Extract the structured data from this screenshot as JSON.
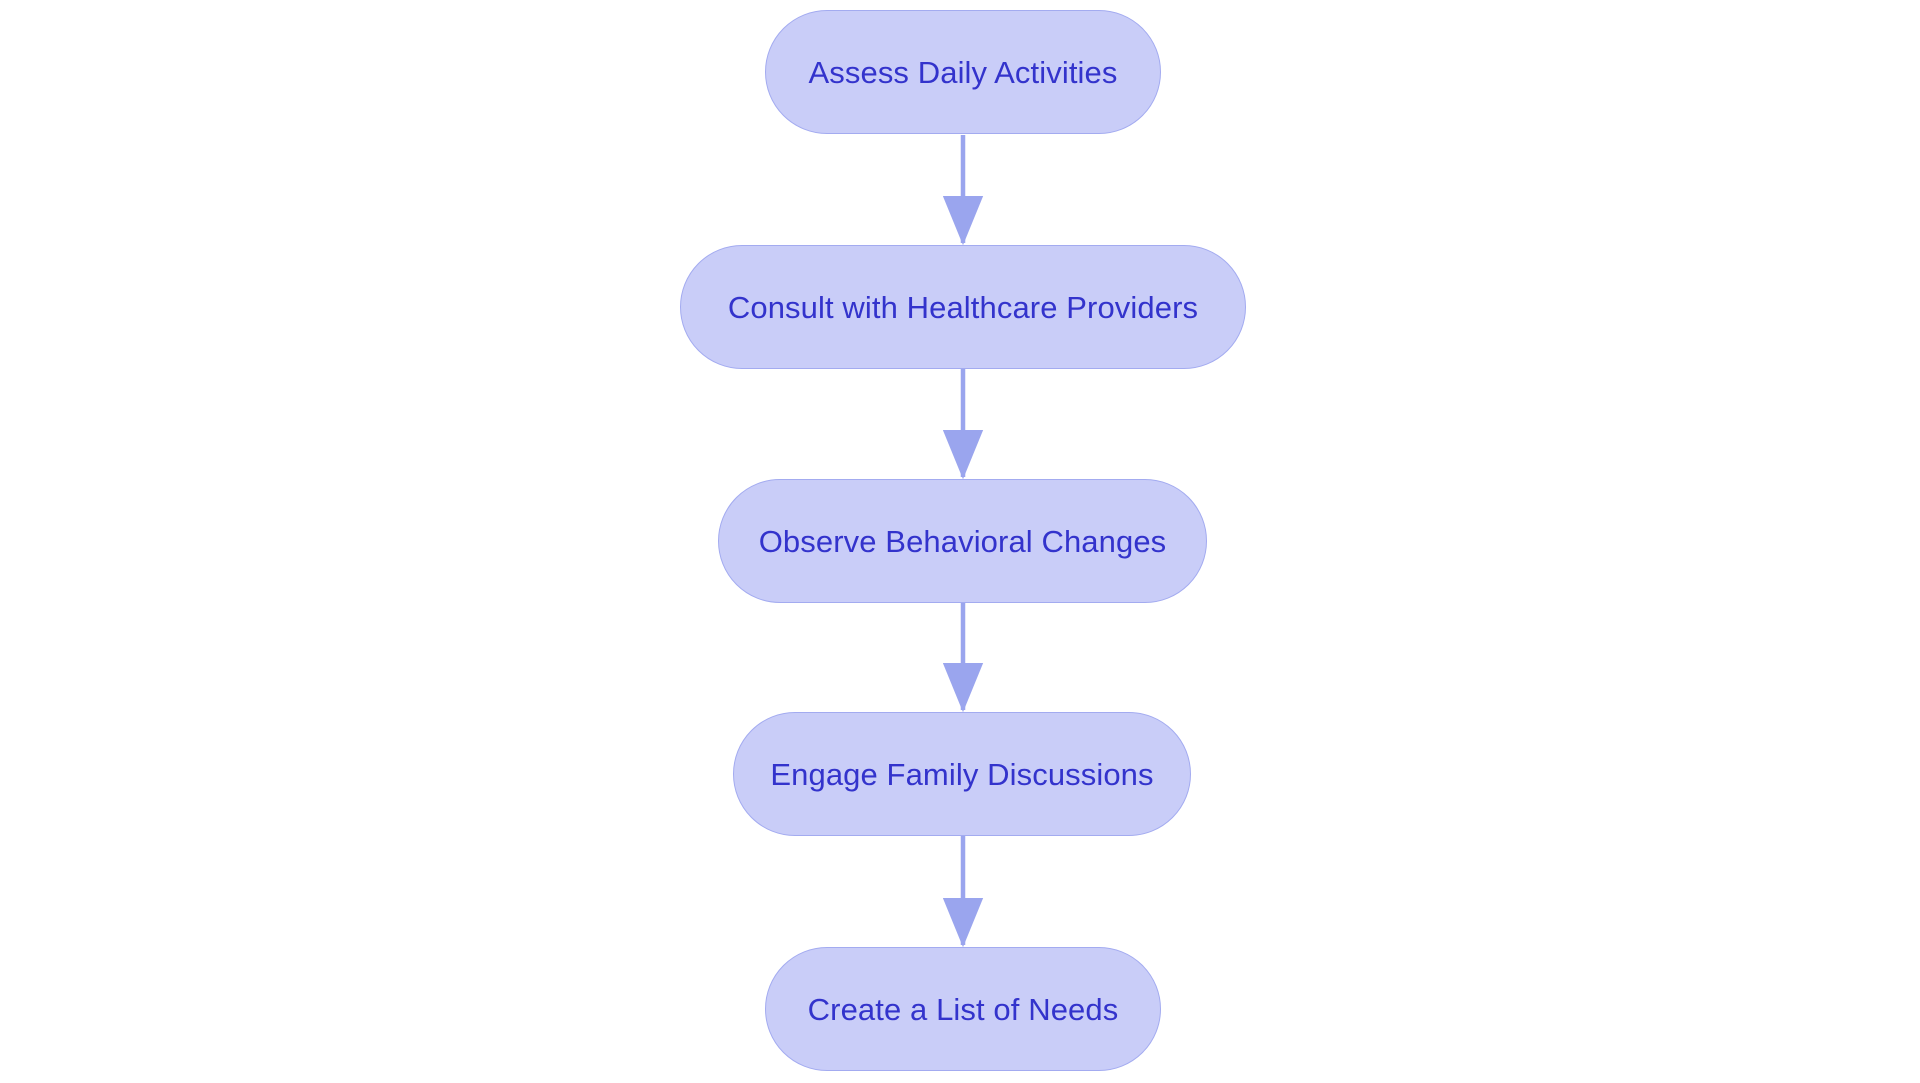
{
  "diagram": {
    "type": "flowchart",
    "orientation": "vertical-top-to-bottom",
    "background_color": "#ffffff",
    "node_fill_color": "#c9cdf8",
    "node_border_color": "#a3abf0",
    "node_text_color": "#3333cc",
    "connector_color": "#9aa5ee",
    "nodes": [
      {
        "id": "node-1",
        "label": "Assess Daily Activities",
        "shape": "rounded-pill",
        "order": 1
      },
      {
        "id": "node-2",
        "label": "Consult with Healthcare Providers",
        "shape": "rounded-pill",
        "order": 2
      },
      {
        "id": "node-3",
        "label": "Observe Behavioral Changes",
        "shape": "rounded-pill",
        "order": 3
      },
      {
        "id": "node-4",
        "label": "Engage Family Discussions",
        "shape": "rounded-pill",
        "order": 4
      },
      {
        "id": "node-5",
        "label": "Create a List of Needs",
        "shape": "rounded-pill",
        "order": 5
      }
    ],
    "edges": [
      {
        "id": "edge-1",
        "from": "node-1",
        "to": "node-2",
        "style": "solid",
        "arrowhead": "filled-triangle",
        "label": ""
      },
      {
        "id": "edge-2",
        "from": "node-2",
        "to": "node-3",
        "style": "solid",
        "arrowhead": "filled-triangle",
        "label": ""
      },
      {
        "id": "edge-3",
        "from": "node-3",
        "to": "node-4",
        "style": "solid",
        "arrowhead": "filled-triangle",
        "label": ""
      },
      {
        "id": "edge-4",
        "from": "node-4",
        "to": "node-5",
        "style": "solid",
        "arrowhead": "filled-triangle",
        "label": ""
      }
    ]
  }
}
